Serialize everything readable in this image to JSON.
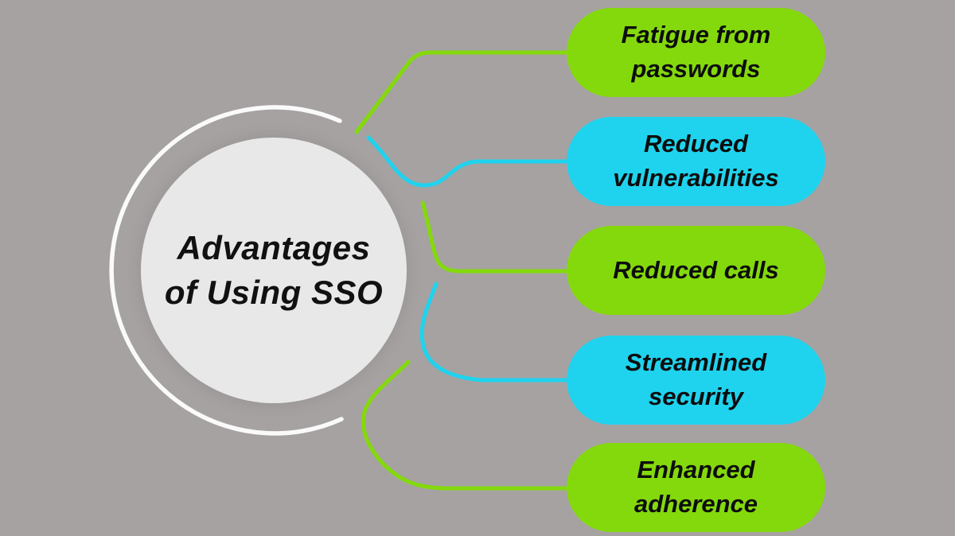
{
  "diagram": {
    "title": "Advantages of Using SSO",
    "title_lines": [
      "Advantages",
      "of Using SSO"
    ],
    "nodes": [
      {
        "label": "Fatigue from passwords",
        "color": "green"
      },
      {
        "label": "Reduced vulnerabilities",
        "color": "cyan"
      },
      {
        "label": "Reduced calls",
        "color": "green"
      },
      {
        "label": "Streamlined security",
        "color": "cyan"
      },
      {
        "label": "Enhanced adherence",
        "color": "green"
      }
    ],
    "colors": {
      "background": "#a6a2a2",
      "green": "#84d90c",
      "cyan": "#1fd3ee",
      "circle_fill": "#e9e8e8",
      "arc_stroke": "#fafafa",
      "text": "#0d0d0d"
    }
  }
}
